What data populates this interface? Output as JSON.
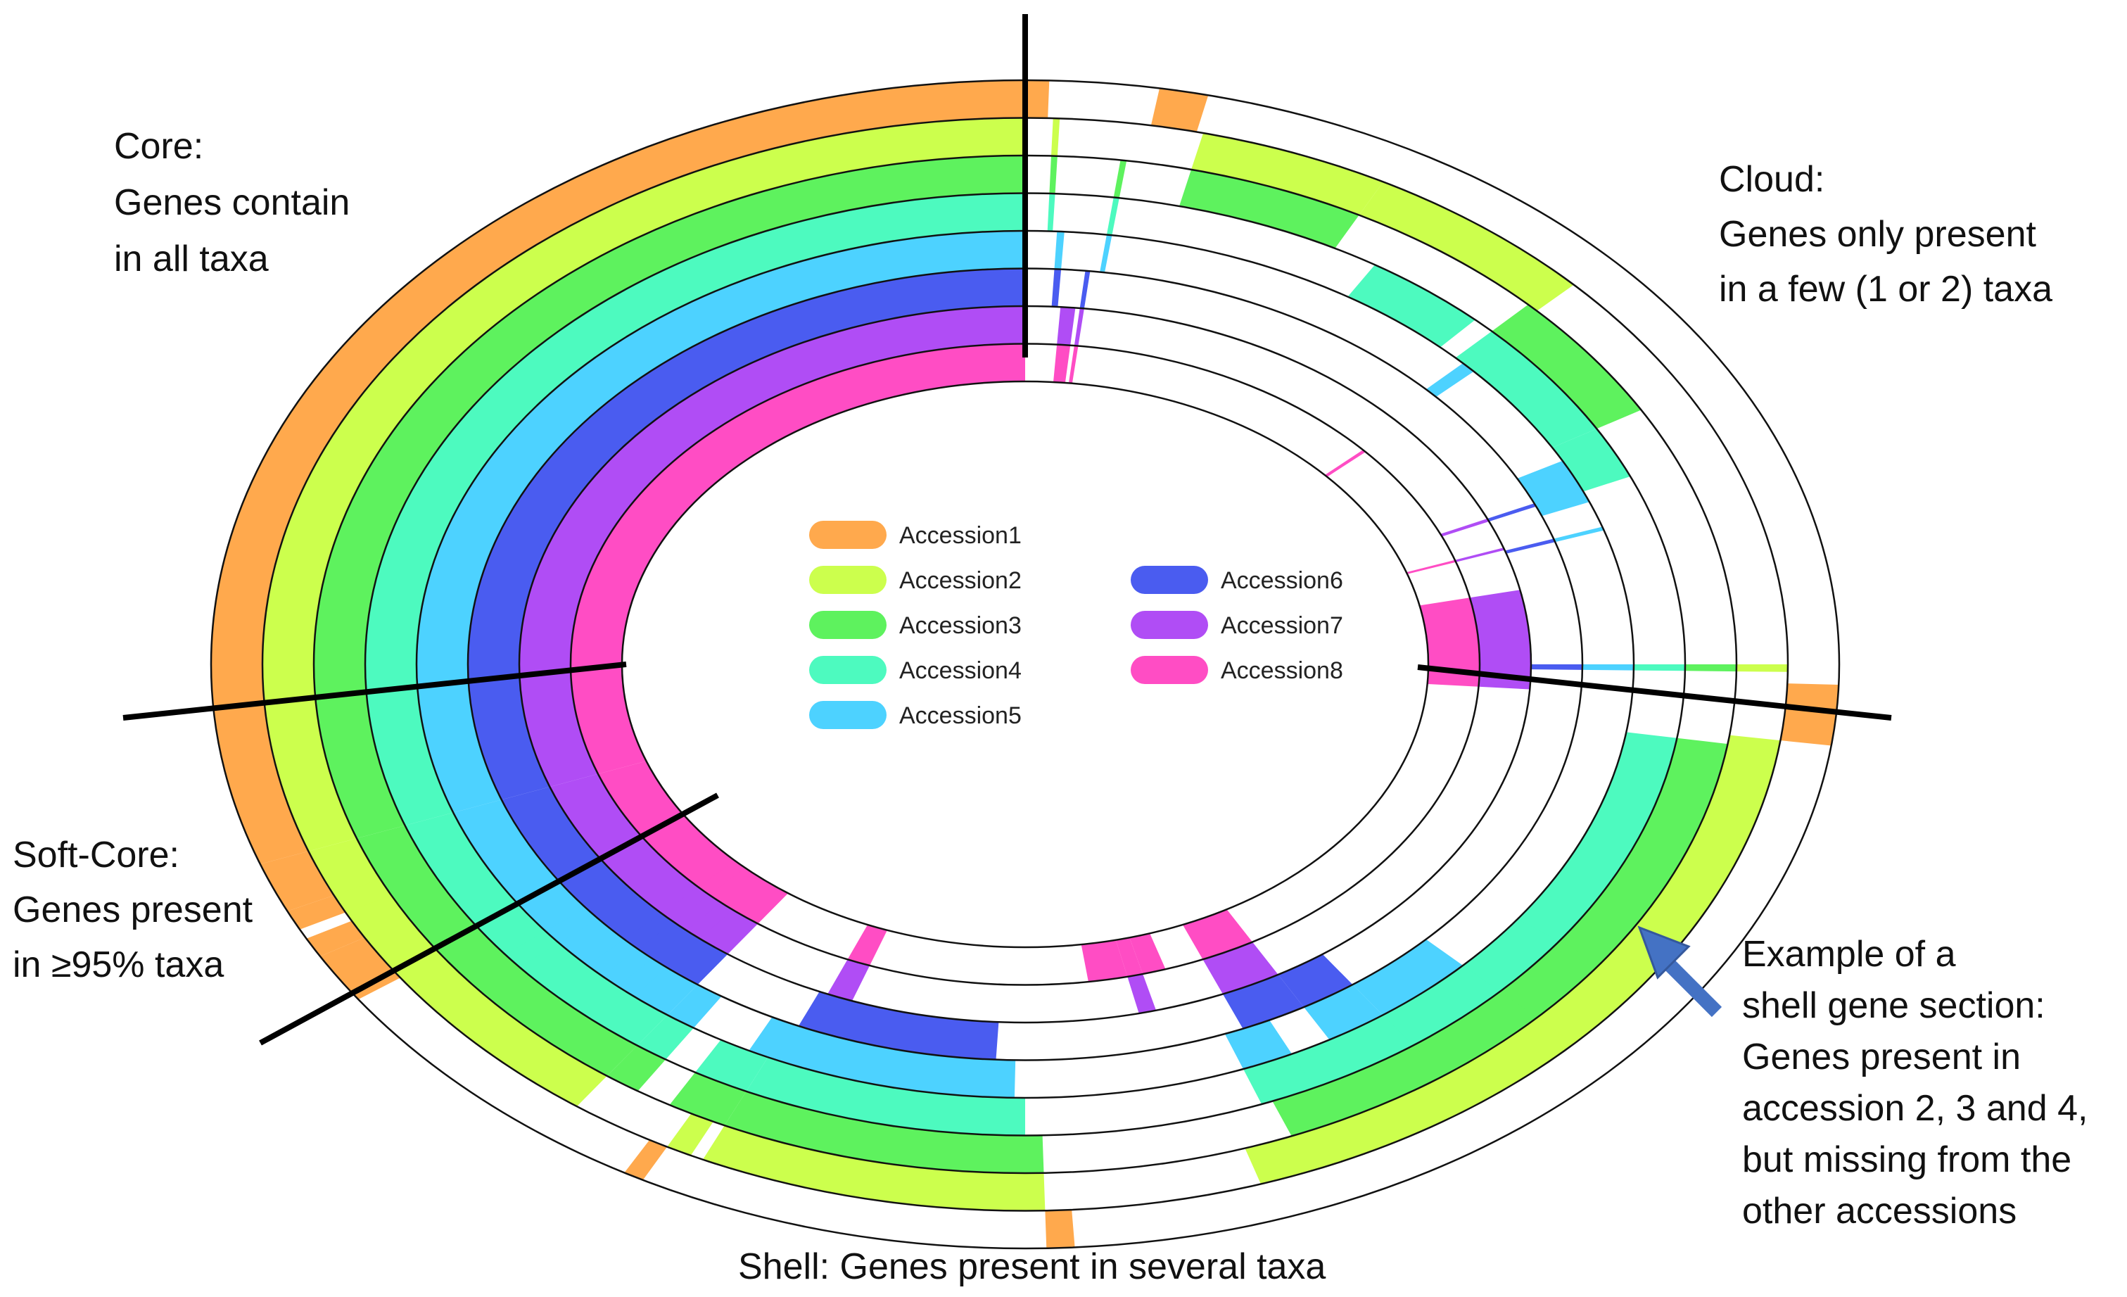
{
  "accessions": [
    {
      "name": "Accession1",
      "color": "#ffa94d"
    },
    {
      "name": "Accession2",
      "color": "#ccff4d"
    },
    {
      "name": "Accession3",
      "color": "#5ef25e"
    },
    {
      "name": "Accession4",
      "color": "#4dfabf"
    },
    {
      "name": "Accession5",
      "color": "#4dd2ff"
    },
    {
      "name": "Accession6",
      "color": "#4a5cf0"
    },
    {
      "name": "Accession7",
      "color": "#b04df5"
    },
    {
      "name": "Accession8",
      "color": "#ff4dc4"
    }
  ],
  "annotations": {
    "core": {
      "lines": [
        "Core:",
        "Genes contain",
        "in all taxa"
      ]
    },
    "cloud": {
      "lines": [
        "Cloud:",
        "Genes only present",
        "in a few (1 or 2) taxa"
      ]
    },
    "softcore": {
      "lines": [
        "Soft-Core:",
        "Genes present",
        "in ≥95% taxa"
      ]
    },
    "shell_example": {
      "lines": [
        "Example of a",
        "shell gene section:",
        "Genes present in",
        "accession 2, 3 and 4,",
        "but missing from the",
        "other accessions"
      ]
    },
    "shell": {
      "text": "Shell: Genes present in several taxa"
    }
  },
  "colors": {
    "ring_stroke": "#111111",
    "arrow": "#4472c4"
  },
  "sections": {
    "core": {
      "present_in": [
        1,
        2,
        3,
        4,
        5,
        6,
        7,
        8
      ]
    },
    "shell_example": {
      "present_in": [
        2,
        3,
        4
      ]
    }
  }
}
